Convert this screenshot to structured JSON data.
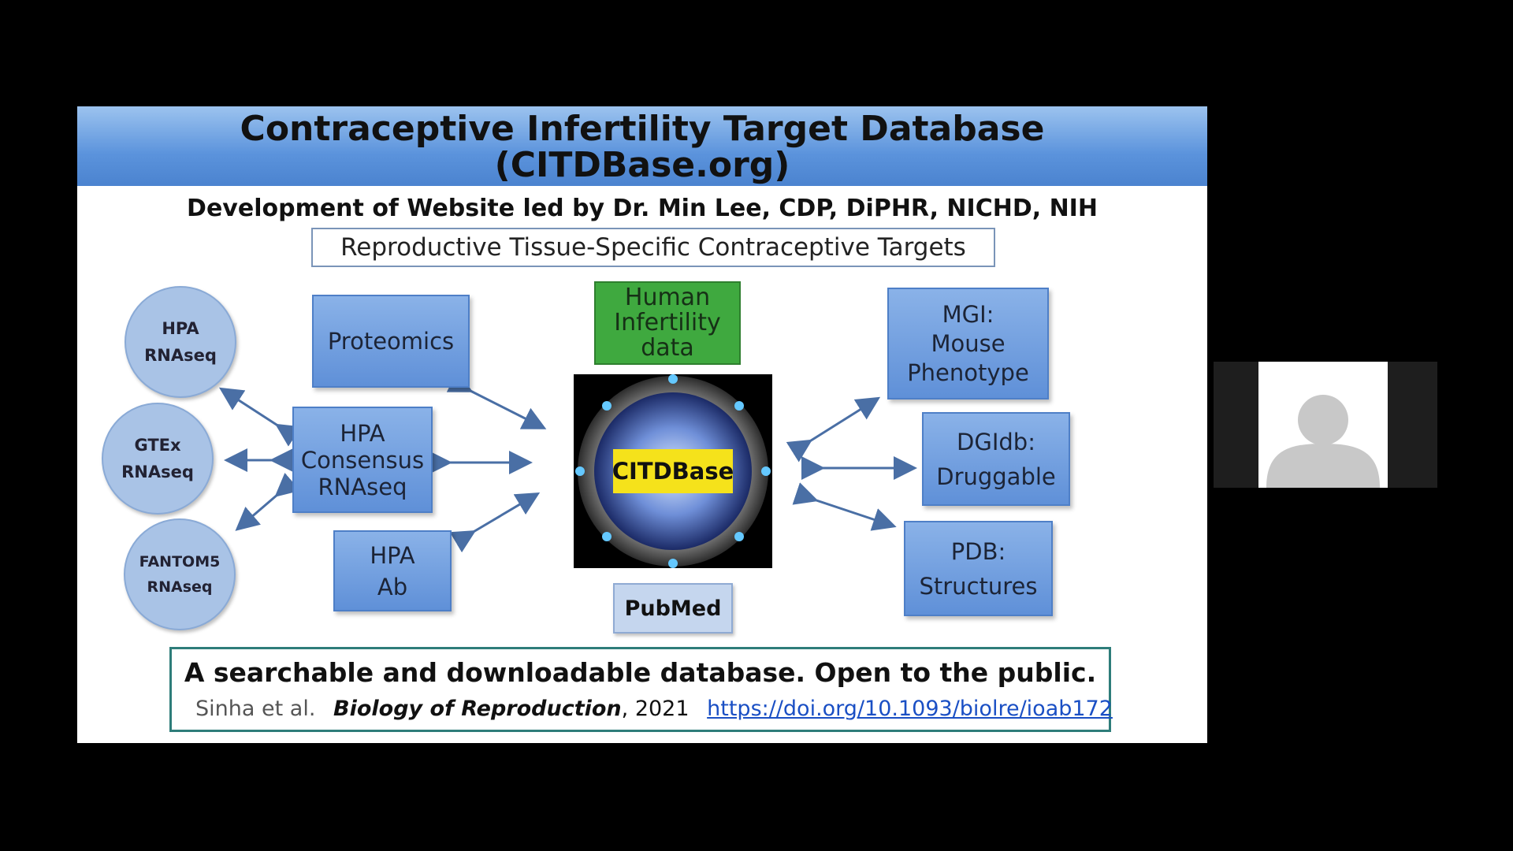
{
  "slide": {
    "title_line1": "Contraceptive Infertility Target Database",
    "title_line2": "(CITDBase.org)",
    "subtitle": "Development of Website led by Dr. Min Lee, CDP, DiPHR, NICHD, NIH",
    "tag": "Reproductive Tissue-Specific  Contraceptive  Targets",
    "circles": [
      {
        "line1": "HPA",
        "line2": "RNAseq"
      },
      {
        "line1": "GTEx",
        "line2": "RNAseq"
      },
      {
        "line1": "FANTOM5",
        "line2": "RNAseq"
      }
    ],
    "proteomics": "Proteomics",
    "hpa_consensus": [
      "HPA",
      "Consensus",
      "RNAseq"
    ],
    "hpa_ab": [
      "HPA",
      "Ab"
    ],
    "human_infertility": [
      "Human",
      "Infertility",
      "data"
    ],
    "hub_label": "CITDBase",
    "pubmed": "PubMed",
    "mgi": [
      "MGI:",
      "Mouse",
      "Phenotype"
    ],
    "dgidb": [
      "DGIdb:",
      "Druggable"
    ],
    "pdb": [
      "PDB:",
      "Structures"
    ],
    "footer_main": "A searchable and downloadable database. Open to the public.",
    "cite_authors": "Sinha et al.",
    "cite_journal": "Biology of Reproduction",
    "cite_year": ", 2021",
    "cite_link": "https://doi.org/10.1093/biolre/ioab172"
  },
  "colors": {
    "title_bar": "#5b93dc",
    "box_blue": "#6f9ee0",
    "green_box": "#3fa93f",
    "hub_label_bg": "#f5e21b",
    "link": "#1a4fc4"
  },
  "participant": {
    "icon": "user-avatar-icon"
  }
}
